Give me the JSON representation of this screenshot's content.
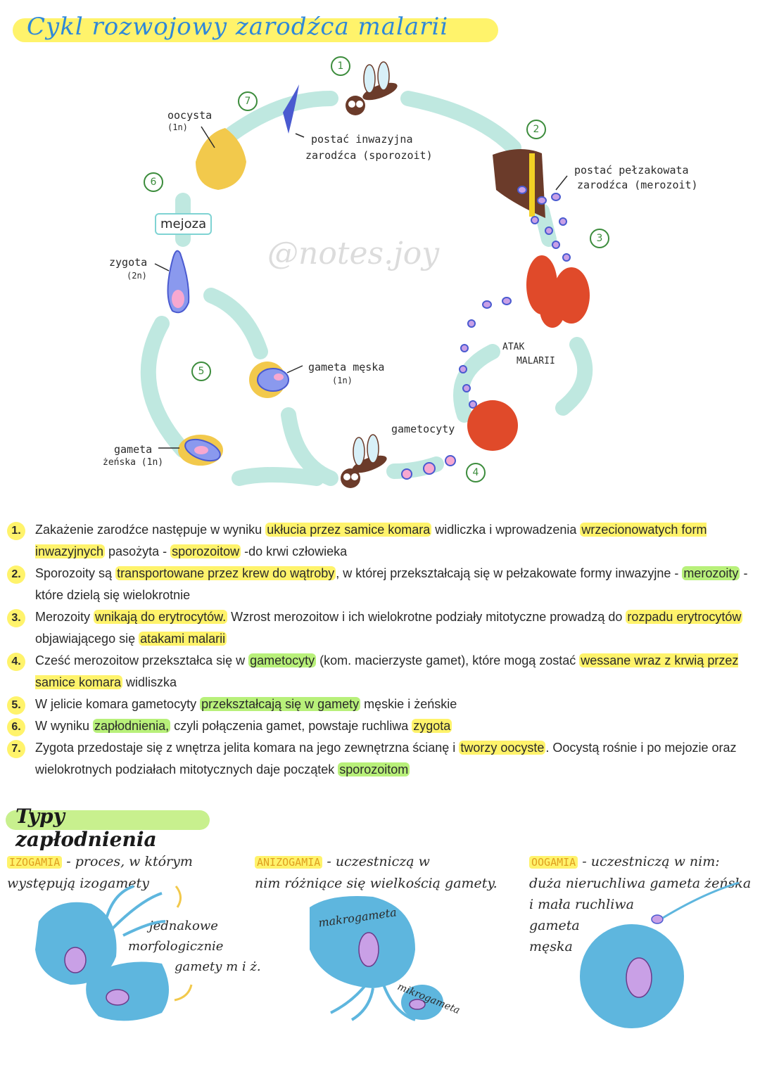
{
  "title": "Cykl rozwojowy zarodźca malarii",
  "watermark": "@notes.joy",
  "diagram": {
    "numbers": [
      "1",
      "2",
      "3",
      "4",
      "5",
      "6",
      "7"
    ],
    "labels": {
      "oocysta": "oocysta",
      "oocysta_ploidy": "(1n)",
      "sporozoit": "postać inwazyjna",
      "sporozoit2": "zarodźca (sporozoit)",
      "merozoit": "postać pełzakowata",
      "merozoit2": "zarodźca (merozoit)",
      "mejoza": "mejoza",
      "zygota": "zygota",
      "zygota_ploidy": "(2n)",
      "atak": "ATAK",
      "atak2": "MALARII",
      "gameta_meska": "gameta męska",
      "gameta_meska_ploidy": "(1n)",
      "gametocyty": "gametocyty",
      "gameta_zenska": "gameta",
      "gameta_zenska2": "żeńska (1n)"
    }
  },
  "steps": [
    {
      "n": "1.",
      "parts": [
        [
          "Zakażenie zarodźce następuje w wyniku ",
          ""
        ],
        [
          "ukłucia przez samice komara",
          "y"
        ],
        [
          " widliczka i wprowadzenia ",
          ""
        ],
        [
          "wrzecionowatych form inwazyjnych",
          "y"
        ],
        [
          " pasożyta - ",
          ""
        ],
        [
          "sporozoitow",
          "y"
        ],
        [
          " -do krwi człowieka",
          ""
        ]
      ]
    },
    {
      "n": "2.",
      "parts": [
        [
          "Sporozoity są ",
          ""
        ],
        [
          "transportowane przez krew do wątroby",
          "y"
        ],
        [
          ", w której przekształcają się w pełzakowate formy inwazyjne - ",
          ""
        ],
        [
          "merozoity",
          "g"
        ],
        [
          " - które dzielą się wielokrotnie",
          ""
        ]
      ]
    },
    {
      "n": "3.",
      "parts": [
        [
          "Merozoity ",
          ""
        ],
        [
          "wnikają do erytrocytów.",
          "y"
        ],
        [
          " Wzrost merozoitow i ich wielokrotne podziały mitotyczne prowadzą do ",
          ""
        ],
        [
          "rozpadu erytrocytów",
          "y"
        ],
        [
          " objawiającego się ",
          ""
        ],
        [
          "atakami malarii",
          "y"
        ]
      ]
    },
    {
      "n": "4.",
      "parts": [
        [
          "Cześć merozoitow przekształca się w ",
          ""
        ],
        [
          "gametocyty",
          "g"
        ],
        [
          " (kom. macierzyste gamet), które mogą zostać ",
          ""
        ],
        [
          "wessane wraz z krwią przez samice komara",
          "y"
        ],
        [
          " widliszka",
          ""
        ]
      ]
    },
    {
      "n": "5.",
      "parts": [
        [
          "W jelicie komara gametocyty ",
          ""
        ],
        [
          "przekształcają się w gamety",
          "g"
        ],
        [
          " męskie i żeńskie",
          ""
        ]
      ]
    },
    {
      "n": "6.",
      "parts": [
        [
          "W wyniku ",
          ""
        ],
        [
          "zapłodnienia,",
          "g"
        ],
        [
          " czyli połączenia gamet, powstaje ruchliwa ",
          ""
        ],
        [
          "zygota",
          "y"
        ]
      ]
    },
    {
      "n": "7.",
      "parts": [
        [
          "Zygota przedostaje się z wnętrza jelita komara na jego zewnętrzna ścianę i ",
          ""
        ],
        [
          "tworzy oocyste",
          "y"
        ],
        [
          ". Oocystą rośnie i po mejozie oraz wielokrotnych podziałach mitotycznych daje początek ",
          ""
        ],
        [
          "sporozoitom",
          "g"
        ]
      ]
    }
  ],
  "types_title": "Typy zapłodnienia",
  "types": {
    "izogamia": {
      "tag": "IZOGAMIA",
      "text1": "- proces, w którym",
      "text2": "występują izogamety",
      "note1": "jednakowe",
      "note2": "morfologicznie",
      "note3": "gamety m i ż."
    },
    "anizogamia": {
      "tag": "ANIZOGAMIA",
      "text1": "- uczestniczą w",
      "text2": "nim różniące się wielkością gamety.",
      "makro": "makrogameta",
      "mikro": "mikrogameta"
    },
    "oogamia": {
      "tag": "OOGAMIA",
      "text1": "- uczestniczą w nim:",
      "text2": "duża nieruchliwa gameta żeńska",
      "text3": "i mała ruchliwa",
      "text4": "gameta",
      "text5": "męska"
    }
  },
  "colors": {
    "title": "#2f88d8",
    "highlight_yellow": "#fff36b",
    "highlight_green": "#b8f07a",
    "cell_blue": "#5eb6de",
    "nucleus": "#c9a0e6",
    "arrow": "#bfe8e0",
    "rbc": "#e04a2a",
    "liver": "#6b3b2a"
  }
}
